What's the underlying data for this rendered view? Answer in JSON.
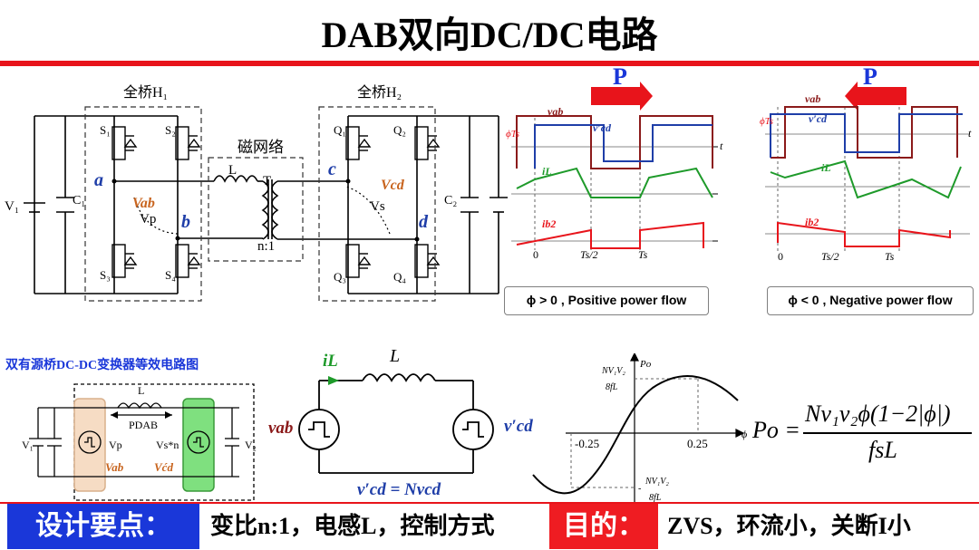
{
  "title": "DAB双向DC/DC电路",
  "circuit": {
    "bridge1": "全桥H₁",
    "bridge2": "全桥H₂",
    "magnetic": "磁网络",
    "V1": "V₁",
    "C1": "C₁",
    "C2": "C₂",
    "S1": "S₁",
    "S2": "S₂",
    "S3": "S₃",
    "S4": "S₄",
    "Q1": "Q₁",
    "Q2": "Q₂",
    "Q3": "Q₃",
    "Q4": "Q₄",
    "node_a": "a",
    "node_b": "b",
    "node_c": "c",
    "node_d": "d",
    "Vab": "Vab",
    "Vp": "Vp",
    "Vcd": "Vcd",
    "Vs": "Vs",
    "L": "L",
    "T": "T",
    "ratio": "n:1"
  },
  "waveforms": {
    "positive": {
      "power": "P",
      "vab": "vab",
      "vcd": "v′cd",
      "phiTs": "ϕTs",
      "iL": "iL",
      "ib2": "ib2",
      "t": "t",
      "zero": "0",
      "half": "Ts/2",
      "Ts": "Ts",
      "caption": "ϕ > 0 , Positive power flow"
    },
    "negative": {
      "power": "P",
      "vab": "vab",
      "vcd": "v′cd",
      "phiTs": "ϕTs",
      "iL": "iL",
      "ib2": "ib2",
      "t": "t",
      "zero": "0",
      "half": "Ts/2",
      "Ts": "Ts",
      "caption": "ϕ < 0 , Negative power flow"
    }
  },
  "equivalent": {
    "caption": "双有源桥DC-DC变换器等效电路图",
    "L": "L",
    "PDAB": "PDAB",
    "V1": "V₁",
    "V2": "V₂",
    "Vp": "Vp",
    "Vsn": "Vs*n",
    "Vab": "Vab",
    "Vcd": "Vćd"
  },
  "simplified": {
    "iL": "iL",
    "L": "L",
    "vab": "vab",
    "vcd": "v′cd",
    "relation": "v′cd = Nvcd"
  },
  "power_curve": {
    "Po": "Po",
    "phi": "ϕ",
    "top_num": "NV₁V₂",
    "top_den": "8fL",
    "bot_num": "NV₁V₂",
    "bot_den": "8fL",
    "minus_sign": "-",
    "left_tick": "-0.25",
    "right_tick": "0.25"
  },
  "equation": {
    "lhs": "Po =",
    "num": "Nv₁v₂ϕ(1−2|ϕ|)",
    "den": "fsL"
  },
  "footer": {
    "design_label": "设计要点：",
    "design_text": "变比n:1，电感L，控制方式",
    "goal_label": "目的：",
    "goal_text": "ZVS，环流小，关断I小"
  },
  "colors": {
    "red_accent": "#e8141b",
    "blue_box": "#1a37d9",
    "vab_wave": "#8b1a1a",
    "vcd_wave": "#1f3ea8",
    "iL_wave": "#1e9a2a",
    "ib2_wave": "#e8141b",
    "label_orange": "#c8641e"
  }
}
